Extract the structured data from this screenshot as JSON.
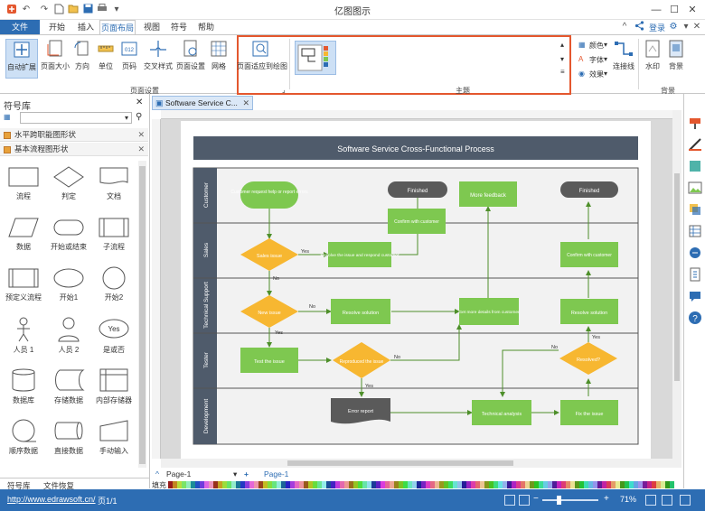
{
  "app": {
    "title": "亿图图示",
    "login": "登录"
  },
  "menu": {
    "file": "文件",
    "items": [
      "开始",
      "插入",
      "页面布局",
      "视图",
      "符号",
      "帮助"
    ],
    "active_index": 2
  },
  "ribbon": {
    "page_setup_buttons": [
      "自动扩展",
      "页面大小",
      "方向",
      "单位",
      "页码",
      "交叉样式",
      "页面设置",
      "网格"
    ],
    "page_setup_group": "页面设置",
    "fit_button": "页面适应到绘图",
    "theme_group": "主题",
    "theme_options": [
      "颜色",
      "字体",
      "效果"
    ],
    "connector": "连接线",
    "watermark": "水印",
    "background": "背景",
    "background_group": "背景"
  },
  "left_panel": {
    "title": "符号库",
    "libraries": [
      "水平跨职能图形状",
      "基本流程图形状"
    ],
    "shapes": [
      "流程",
      "判定",
      "文档",
      "数据",
      "开始或结束",
      "子流程",
      "预定义流程",
      "开始1",
      "开始2",
      "人员 1",
      "人员 2",
      "是或否",
      "数据库",
      "存储数据",
      "内部存储器",
      "顺序数据",
      "直接数据",
      "手动输入"
    ],
    "yes_label": "Yes",
    "tabs": [
      "符号库",
      "文件恢复"
    ]
  },
  "document": {
    "tab_title": "Software Service C...",
    "page_tab": "Page-1",
    "active_page": "Page-1"
  },
  "diagram": {
    "title": "Software Service Cross-Functional Process",
    "lanes": [
      "Customer",
      "Sales",
      "Technical Support",
      "Tester",
      "Development"
    ],
    "nodes": {
      "customer_request": "Customer request help or report errors",
      "finished1": "Finished",
      "more_feedback": "More feedback",
      "finished2": "Finished",
      "confirm1": "Confirm with customer",
      "confirm2": "Confirm with customer",
      "sales_issue": "Sales issue",
      "resolve_issue": "Resolve the issue and respond customer",
      "new_issue": "New issue",
      "resolve_solution": "Resolve solution",
      "get_more": "Get more details from customer",
      "resolve_solution2": "Resolve solution",
      "test_issue": "Test the issue",
      "reproduced": "Reproduced the issue",
      "resolved": "Resolved?",
      "error_report": "Error report",
      "tech_analysis": "Technical analysis",
      "fix_issue": "Fix the issue"
    },
    "edge_labels": {
      "yes1": "Yes",
      "no1": "No",
      "no2": "No",
      "yes2": "Yes",
      "no3": "No",
      "yes3": "Yes",
      "no4": "No",
      "yes4": "Yes"
    },
    "colors": {
      "green": "#7ec850",
      "orange": "#f7b731",
      "gray": "#5a5a5a",
      "header": "#4f5b6b"
    }
  },
  "palette": {
    "label": "填充"
  },
  "status": {
    "url": "http://www.edrawsoft.cn/",
    "page": "页1/1",
    "zoom": "71%"
  }
}
